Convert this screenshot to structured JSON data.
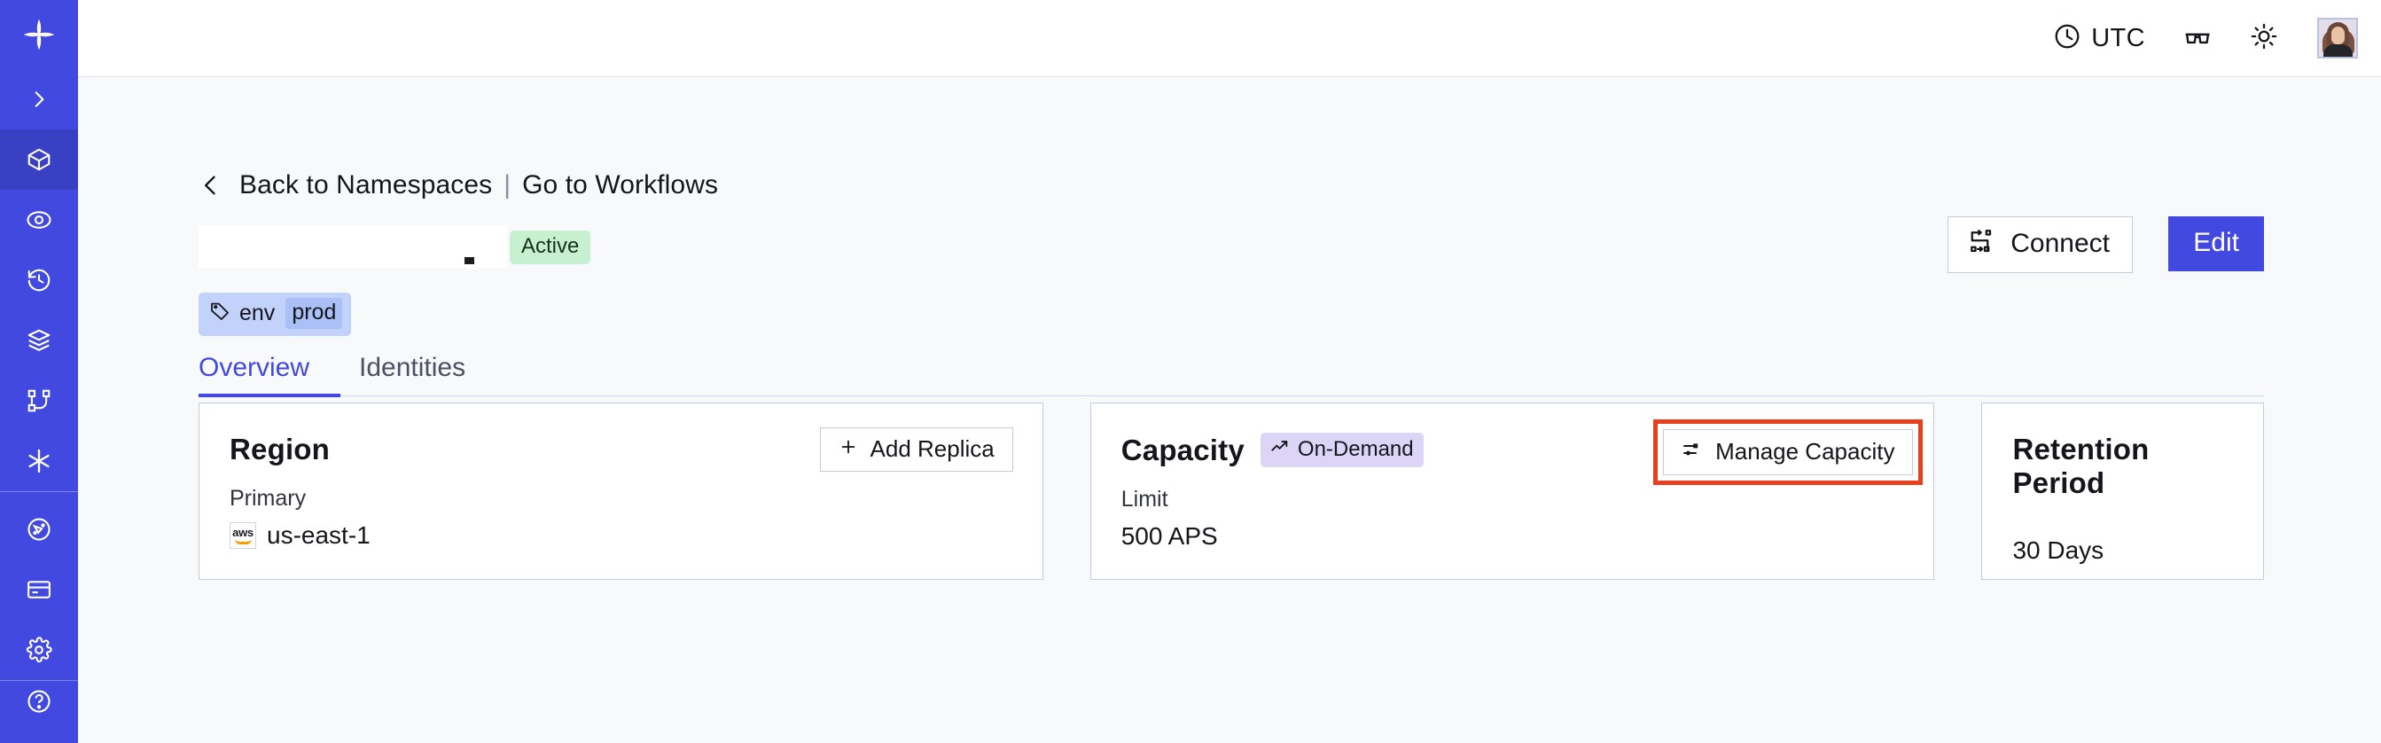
{
  "topbar": {
    "timezone_label": "UTC",
    "clock_icon": "clock-icon",
    "glasses_icon": "glasses-icon",
    "theme_icon": "sun-icon",
    "avatar_icon": "user-avatar"
  },
  "sidebar": {
    "brand_icon": "temporal-logo-icon",
    "items": [
      {
        "icon": "chevron-right-icon",
        "name": "expand-sidebar"
      },
      {
        "icon": "cube-icon",
        "name": "namespaces",
        "active": true
      },
      {
        "icon": "eye-icon",
        "name": "observability"
      },
      {
        "icon": "history-icon",
        "name": "schedules"
      },
      {
        "icon": "layers-icon",
        "name": "workers"
      },
      {
        "icon": "workflow-icon",
        "name": "workflows"
      },
      {
        "icon": "asterisk-icon",
        "name": "nexus"
      },
      {
        "icon": "gauge-icon",
        "name": "usage"
      },
      {
        "icon": "credit-card-icon",
        "name": "billing"
      },
      {
        "icon": "gear-icon",
        "name": "settings"
      },
      {
        "icon": "help-circle-icon",
        "name": "help"
      }
    ]
  },
  "breadcrumb": {
    "back_icon": "chevron-left-icon",
    "back_label": "Back to Namespaces",
    "divider": "|",
    "forward_label": "Go to Workflows"
  },
  "header": {
    "namespace_name": "",
    "status": "Active",
    "tag": {
      "icon": "tag-icon",
      "key": "env",
      "value": "prod"
    },
    "connect_label": "Connect",
    "connect_icon": "connect-icon",
    "edit_label": "Edit"
  },
  "tabs": [
    {
      "label": "Overview",
      "active": true
    },
    {
      "label": "Identities",
      "active": false
    }
  ],
  "cards": {
    "region": {
      "title": "Region",
      "action_label": "Add Replica",
      "action_icon": "plus-icon",
      "sub_label": "Primary",
      "provider_icon": "aws-icon",
      "provider_text": "aws",
      "value": "us-east-1"
    },
    "capacity": {
      "title": "Capacity",
      "badge_label": "On-Demand",
      "badge_icon": "trending-up-icon",
      "action_label": "Manage Capacity",
      "action_icon": "sliders-icon",
      "sub_label": "Limit",
      "value": "500 APS",
      "highlighted": true
    },
    "retention": {
      "title": "Retention Period",
      "value": "30 Days"
    }
  },
  "colors": {
    "brand": "#4249e0",
    "sidebar_bg": "#4249e0",
    "sidebar_active": "#3a40c4",
    "page_bg": "#f8f9fb",
    "card_border": "#c2cbe2",
    "status_active_bg": "#c6f0cf",
    "tag_bg": "#c3d2fb",
    "tag_value_bg": "#aac0f7",
    "ondemand_bg": "#ddd5f7",
    "highlight_red": "#e8401f"
  }
}
